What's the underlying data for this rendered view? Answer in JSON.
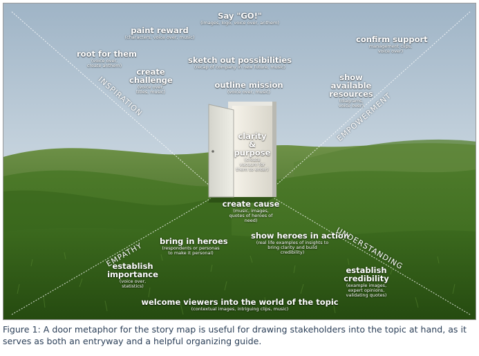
{
  "figure": {
    "labels": {
      "say_go": {
        "title": "Say \"GO!\"",
        "sub": "(images, logo, voice over, anthem)"
      },
      "paint_reward": {
        "title": "paint reward",
        "sub": "(characters, voice over, music)"
      },
      "root_for_them": {
        "title": "root for them",
        "sub": "(voice over, create anthem)"
      },
      "confirm_support": {
        "title": "confirm support",
        "sub": "management clips, voice over)"
      },
      "sketch_possibilities": {
        "title": "sketch out possibilities",
        "sub": "(recap of company in new future, music)"
      },
      "create_challenge": {
        "title": "create challenge",
        "sub": "(voice over, titles, music)"
      },
      "show_resources": {
        "title": "show available resources",
        "sub": "(diagrams, voice over)"
      },
      "outline_mission": {
        "title": "outline mission",
        "sub": "(voice over, music)"
      },
      "clarity_purpose": {
        "title": "clarity & purpose",
        "sub": "(create vacuum for them to enter)"
      },
      "create_cause": {
        "title": "create cause",
        "sub": "(music, images, quotes of heroes of need)"
      },
      "show_heroes": {
        "title": "show heroes in action",
        "sub": "(real life examples of insights to bring clarity and build credibility)"
      },
      "bring_heroes": {
        "title": "bring in heroes",
        "sub": "(respondents or personas to make it personal)"
      },
      "establish_importance": {
        "title": "establish importance",
        "sub": "(voice over, statistics)"
      },
      "establish_credibility": {
        "title": "establish credibility",
        "sub": "(example images, expert opinions, validating quotes)"
      },
      "welcome_viewers": {
        "title": "welcome viewers into the world of the topic",
        "sub": "(contextual images, intriguing clips, music)"
      }
    },
    "axes": {
      "inspiration": "INSPIRATION",
      "empowerment": "EMPOWERMENT",
      "empathy": "EMPATHY",
      "understanding": "UNDERSTANDING"
    }
  },
  "caption": "Figure 1: A door metaphor for the story map is useful for drawing stakeholders into the topic at hand, as it serves as both an entryway and a helpful organizing guide."
}
